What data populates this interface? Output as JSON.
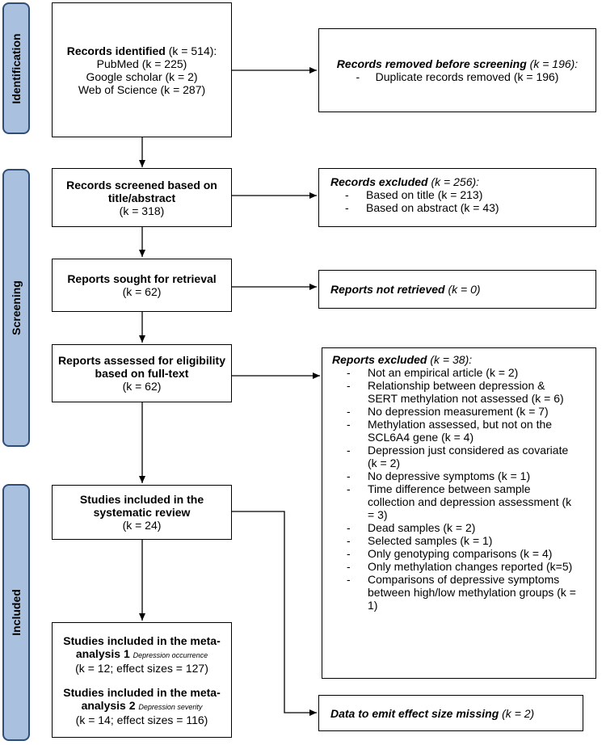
{
  "phases": {
    "identification": "Identification",
    "screening": "Screening",
    "included": "Included"
  },
  "records_identified": {
    "title": "Records identified",
    "count": " (k = 514):",
    "sources": [
      "PubMed (k = 225)",
      "Google scholar (k = 2)",
      "Web of Science (k = 287)"
    ]
  },
  "records_removed": {
    "title": "Records removed before screening",
    "count": " (k = 196):",
    "items": [
      "Duplicate records removed (k = 196)"
    ]
  },
  "records_screened": {
    "line1": "Records screened based on",
    "line2": "title/abstract",
    "count": "(k = 318)"
  },
  "records_excluded": {
    "title": "Records excluded",
    "count": " (k = 256):",
    "items": [
      "Based on title (k = 213)",
      "Based on abstract (k = 43)"
    ]
  },
  "reports_sought": {
    "title": "Reports sought for retrieval",
    "count": "(k = 62)"
  },
  "reports_not_retrieved": {
    "title": "Reports not retrieved",
    "count": " (k = 0)"
  },
  "reports_assessed": {
    "line1": "Reports assessed for eligibility",
    "line2": "based on full-text",
    "count": "(k = 62)"
  },
  "reports_excluded": {
    "title": "Reports excluded",
    "count": " (k = 38):",
    "items": [
      "Not an empirical article (k = 2)",
      "Relationship between depression & SERT methylation not assessed (k = 6)",
      "No depression measurement (k = 7)",
      "Methylation assessed, but not on the SCL6A4 gene (k = 4)",
      "Depression just considered as covariate (k = 2)",
      "No depressive symptoms (k = 1)",
      "Time difference between sample collection and depression assessment (k = 3)",
      "Dead samples (k = 2)",
      "Selected samples (k = 1)",
      "Only genotyping comparisons (k = 4)",
      "Only methylation changes reported (k=5)",
      "Comparisons of depressive symptoms between high/low methylation groups (k = 1)"
    ]
  },
  "studies_review": {
    "line1": "Studies included in the",
    "line2": "systematic review",
    "count": "(k = 24)"
  },
  "meta_analysis": {
    "ma1_line1": "Studies included in the meta-",
    "ma1_line2": "analysis 1",
    "ma1_sub": "Depression occurrence",
    "ma1_count": "(k = 12; effect sizes = 127)",
    "ma2_line1": "Studies included in the meta-",
    "ma2_line2": "analysis 2",
    "ma2_sub": "Depression severity",
    "ma2_count": "(k = 14; effect sizes = 116)"
  },
  "data_missing": {
    "title": "Data to emit effect size missing",
    "count": " (k = 2)"
  }
}
